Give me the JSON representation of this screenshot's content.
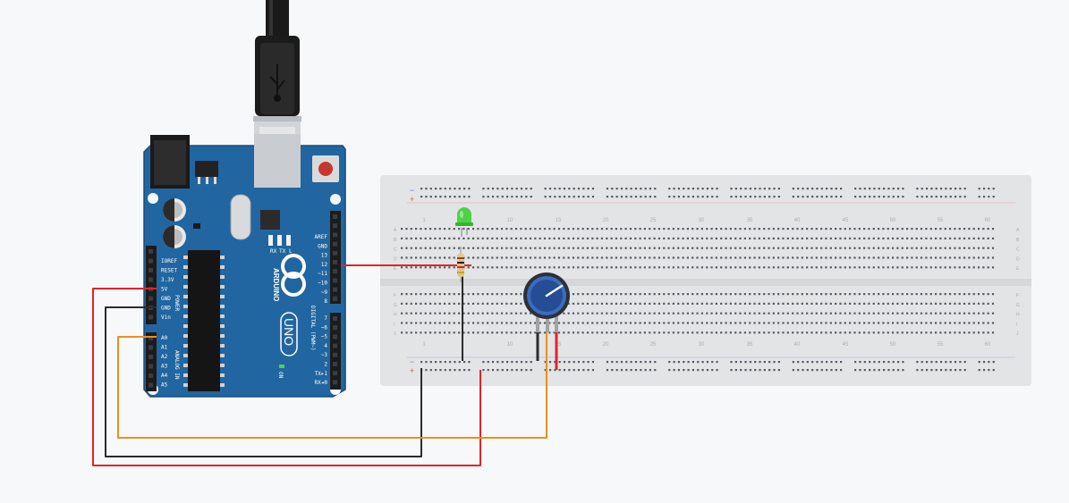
{
  "board": {
    "brand": "ARDUINO",
    "model": "UNO",
    "on_label": "ON",
    "tx_label": "TX",
    "rx_label": "RX",
    "l_label": "L",
    "power_header": "POWER",
    "analog_header": "ANALOG IN",
    "digital_header": "DIGITAL (PWM~)",
    "power_pins": [
      "IOREF",
      "RESET",
      "3.3V",
      "5V",
      "GND",
      "GND",
      "Vin"
    ],
    "analog_pins": [
      "A0",
      "A1",
      "A2",
      "A3",
      "A4",
      "A5"
    ],
    "digital_top_pins": [
      "AREF",
      "GND",
      "13",
      "12",
      "~11",
      "~10",
      "~9",
      "8"
    ],
    "digital_bottom_pins": [
      "7",
      "~6",
      "~5",
      "4",
      "~3",
      "2",
      "TX▸1",
      "RX◂0"
    ]
  },
  "breadboard": {
    "column_numbers": [
      "1",
      "10",
      "15",
      "20",
      "25",
      "30",
      "35",
      "40",
      "45",
      "50",
      "55",
      "60"
    ],
    "rows_top": [
      "A",
      "B",
      "C",
      "D",
      "E"
    ],
    "rows_bottom": [
      "F",
      "G",
      "H",
      "I",
      "J"
    ],
    "rail_plus": "+",
    "rail_minus": "−"
  },
  "wire_colors": {
    "red": "#e3232a",
    "black": "#2b2b2b",
    "orange": "#ef8e1b",
    "board_blue": "#1f5f98",
    "led_green": "#4fd24a",
    "pot_blue": "#2f5fa8"
  }
}
